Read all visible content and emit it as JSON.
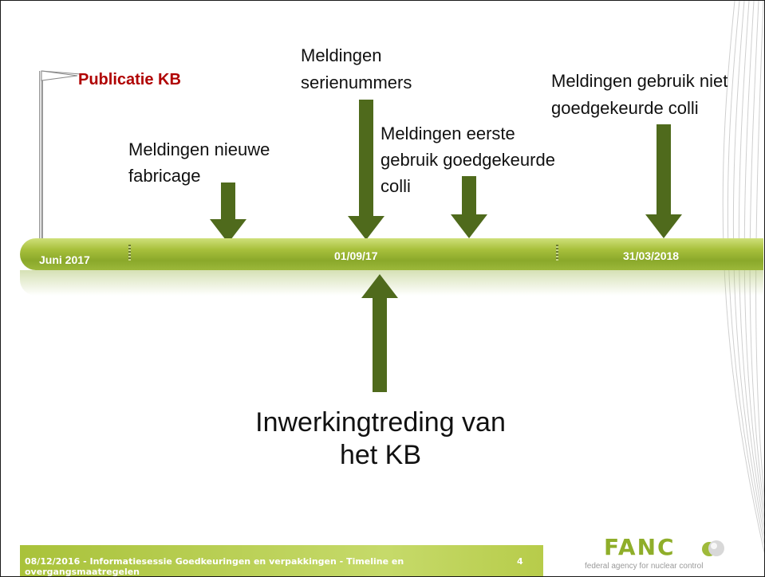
{
  "slide": {
    "publication_label": "Publicatie KB",
    "events": {
      "serial_numbers": [
        "Meldingen",
        "serienummers"
      ],
      "non_approved_use": [
        "Meldingen gebruik niet",
        "goedgekeurde colli"
      ],
      "new_manufacture": [
        "Meldingen nieuwe",
        "fabricage"
      ],
      "first_approved_use": [
        "Meldingen eerste",
        "gebruik goedgekeurde",
        "colli"
      ]
    },
    "timeline": {
      "start": "Juni 2017",
      "middle": "01/09/17",
      "end": "31/03/2018"
    },
    "entry_into_force": [
      "Inwerkingtreding van",
      "het KB"
    ],
    "footer": {
      "line1": "08/12/2016 - Informatiesessie Goedkeuringen en verpakkingen - Timeline en",
      "line2": "overgangsmaatregelen",
      "page_number": "4"
    },
    "logo": {
      "name": "FANC",
      "tagline": "federal agency for nuclear control"
    },
    "colors": {
      "arrow": "#4f6a1c",
      "bar": "#9cb83a",
      "publication": "#b00000",
      "logo_text": "#8fae2a"
    }
  }
}
